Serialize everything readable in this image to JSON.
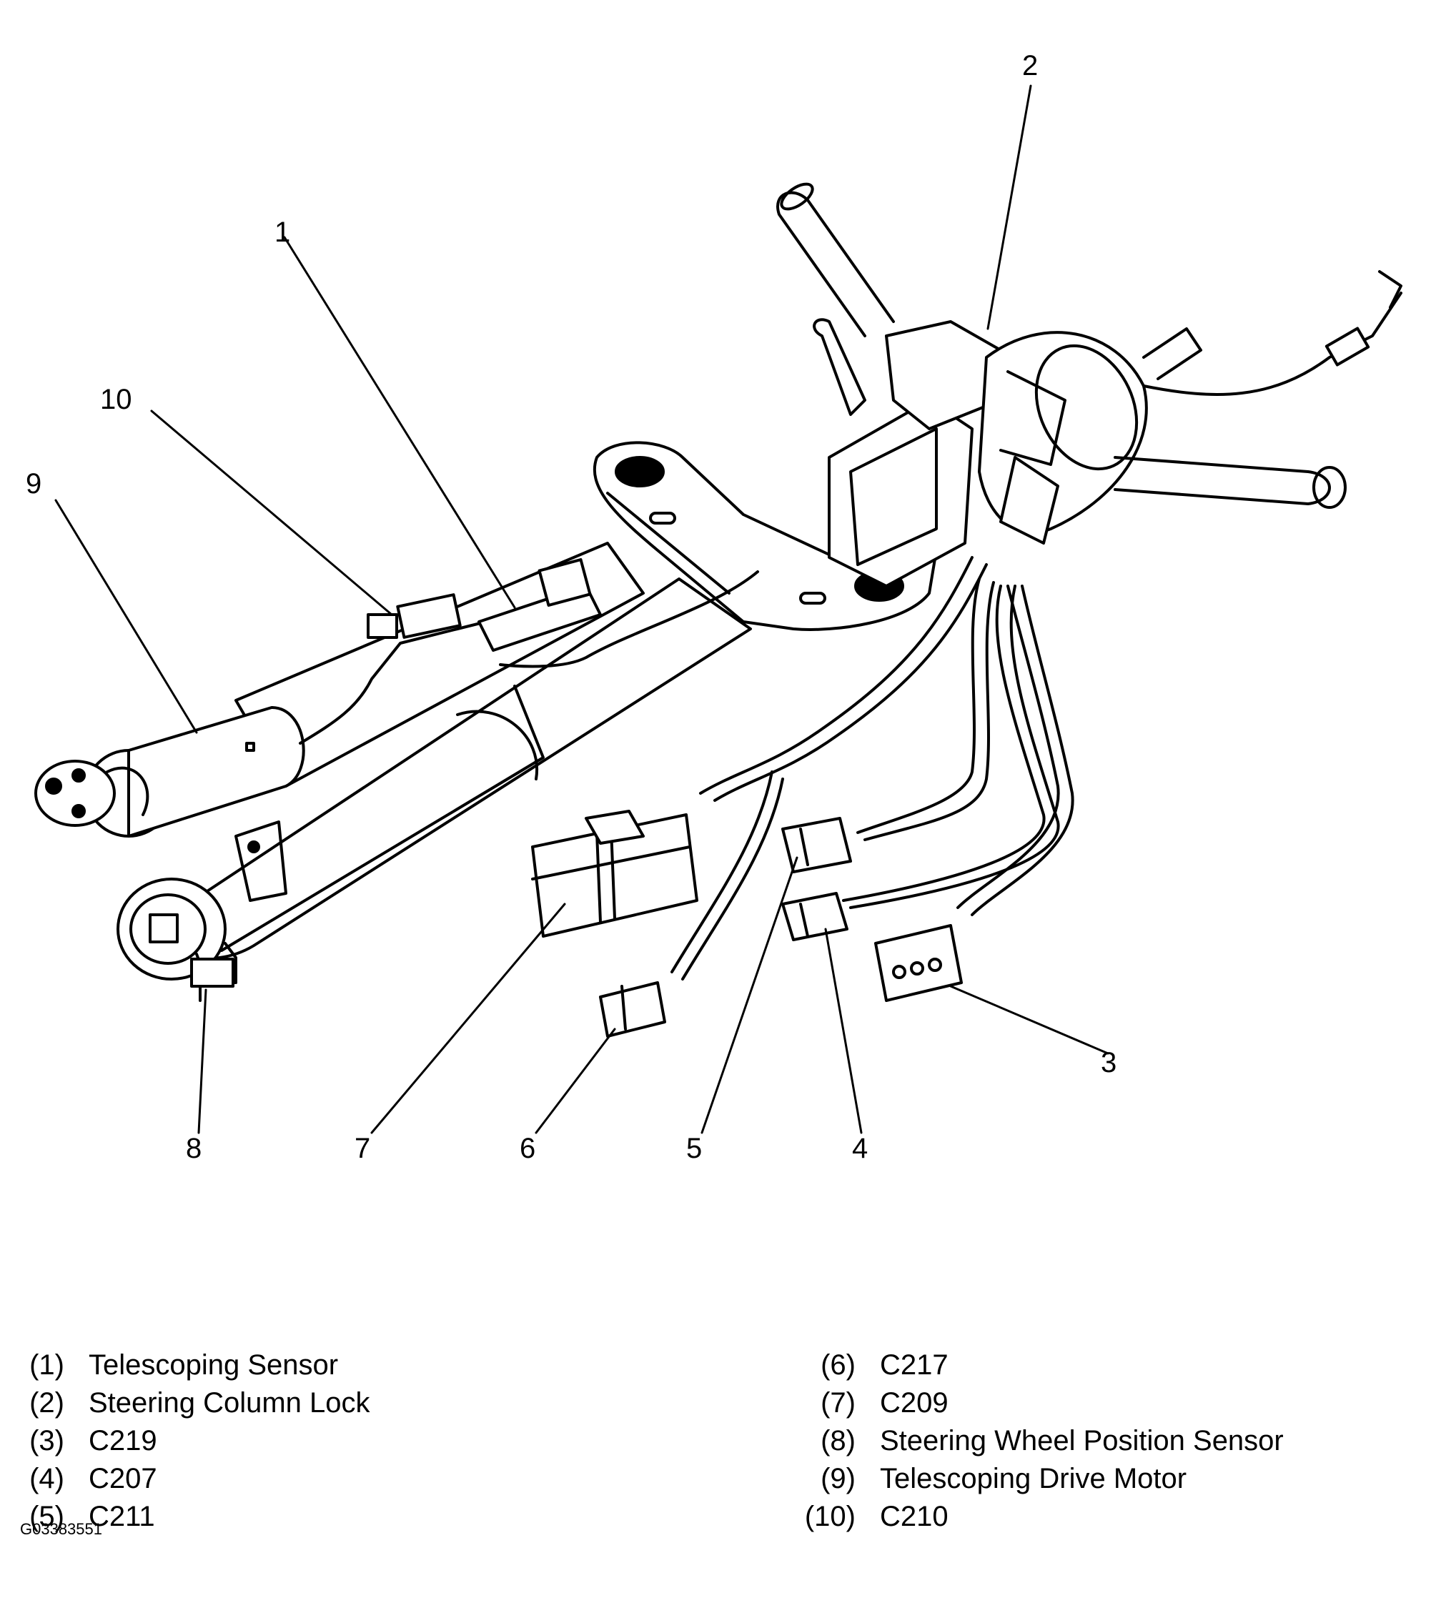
{
  "callouts": [
    "1",
    "2",
    "3",
    "4",
    "5",
    "6",
    "7",
    "8",
    "9",
    "10"
  ],
  "legend": [
    {
      "num": "(1)",
      "label": "Telescoping Sensor"
    },
    {
      "num": "(2)",
      "label": "Steering Column Lock"
    },
    {
      "num": "(3)",
      "label": "C219"
    },
    {
      "num": "(4)",
      "label": "C207"
    },
    {
      "num": "(5)",
      "label": "C211"
    },
    {
      "num": "(6)",
      "label": "C217"
    },
    {
      "num": "(7)",
      "label": "C209"
    },
    {
      "num": "(8)",
      "label": "Steering Wheel Position Sensor"
    },
    {
      "num": "(9)",
      "label": "Telescoping Drive Motor"
    },
    {
      "num": "(10)",
      "label": "C210"
    }
  ],
  "figure_id": "G03383551"
}
